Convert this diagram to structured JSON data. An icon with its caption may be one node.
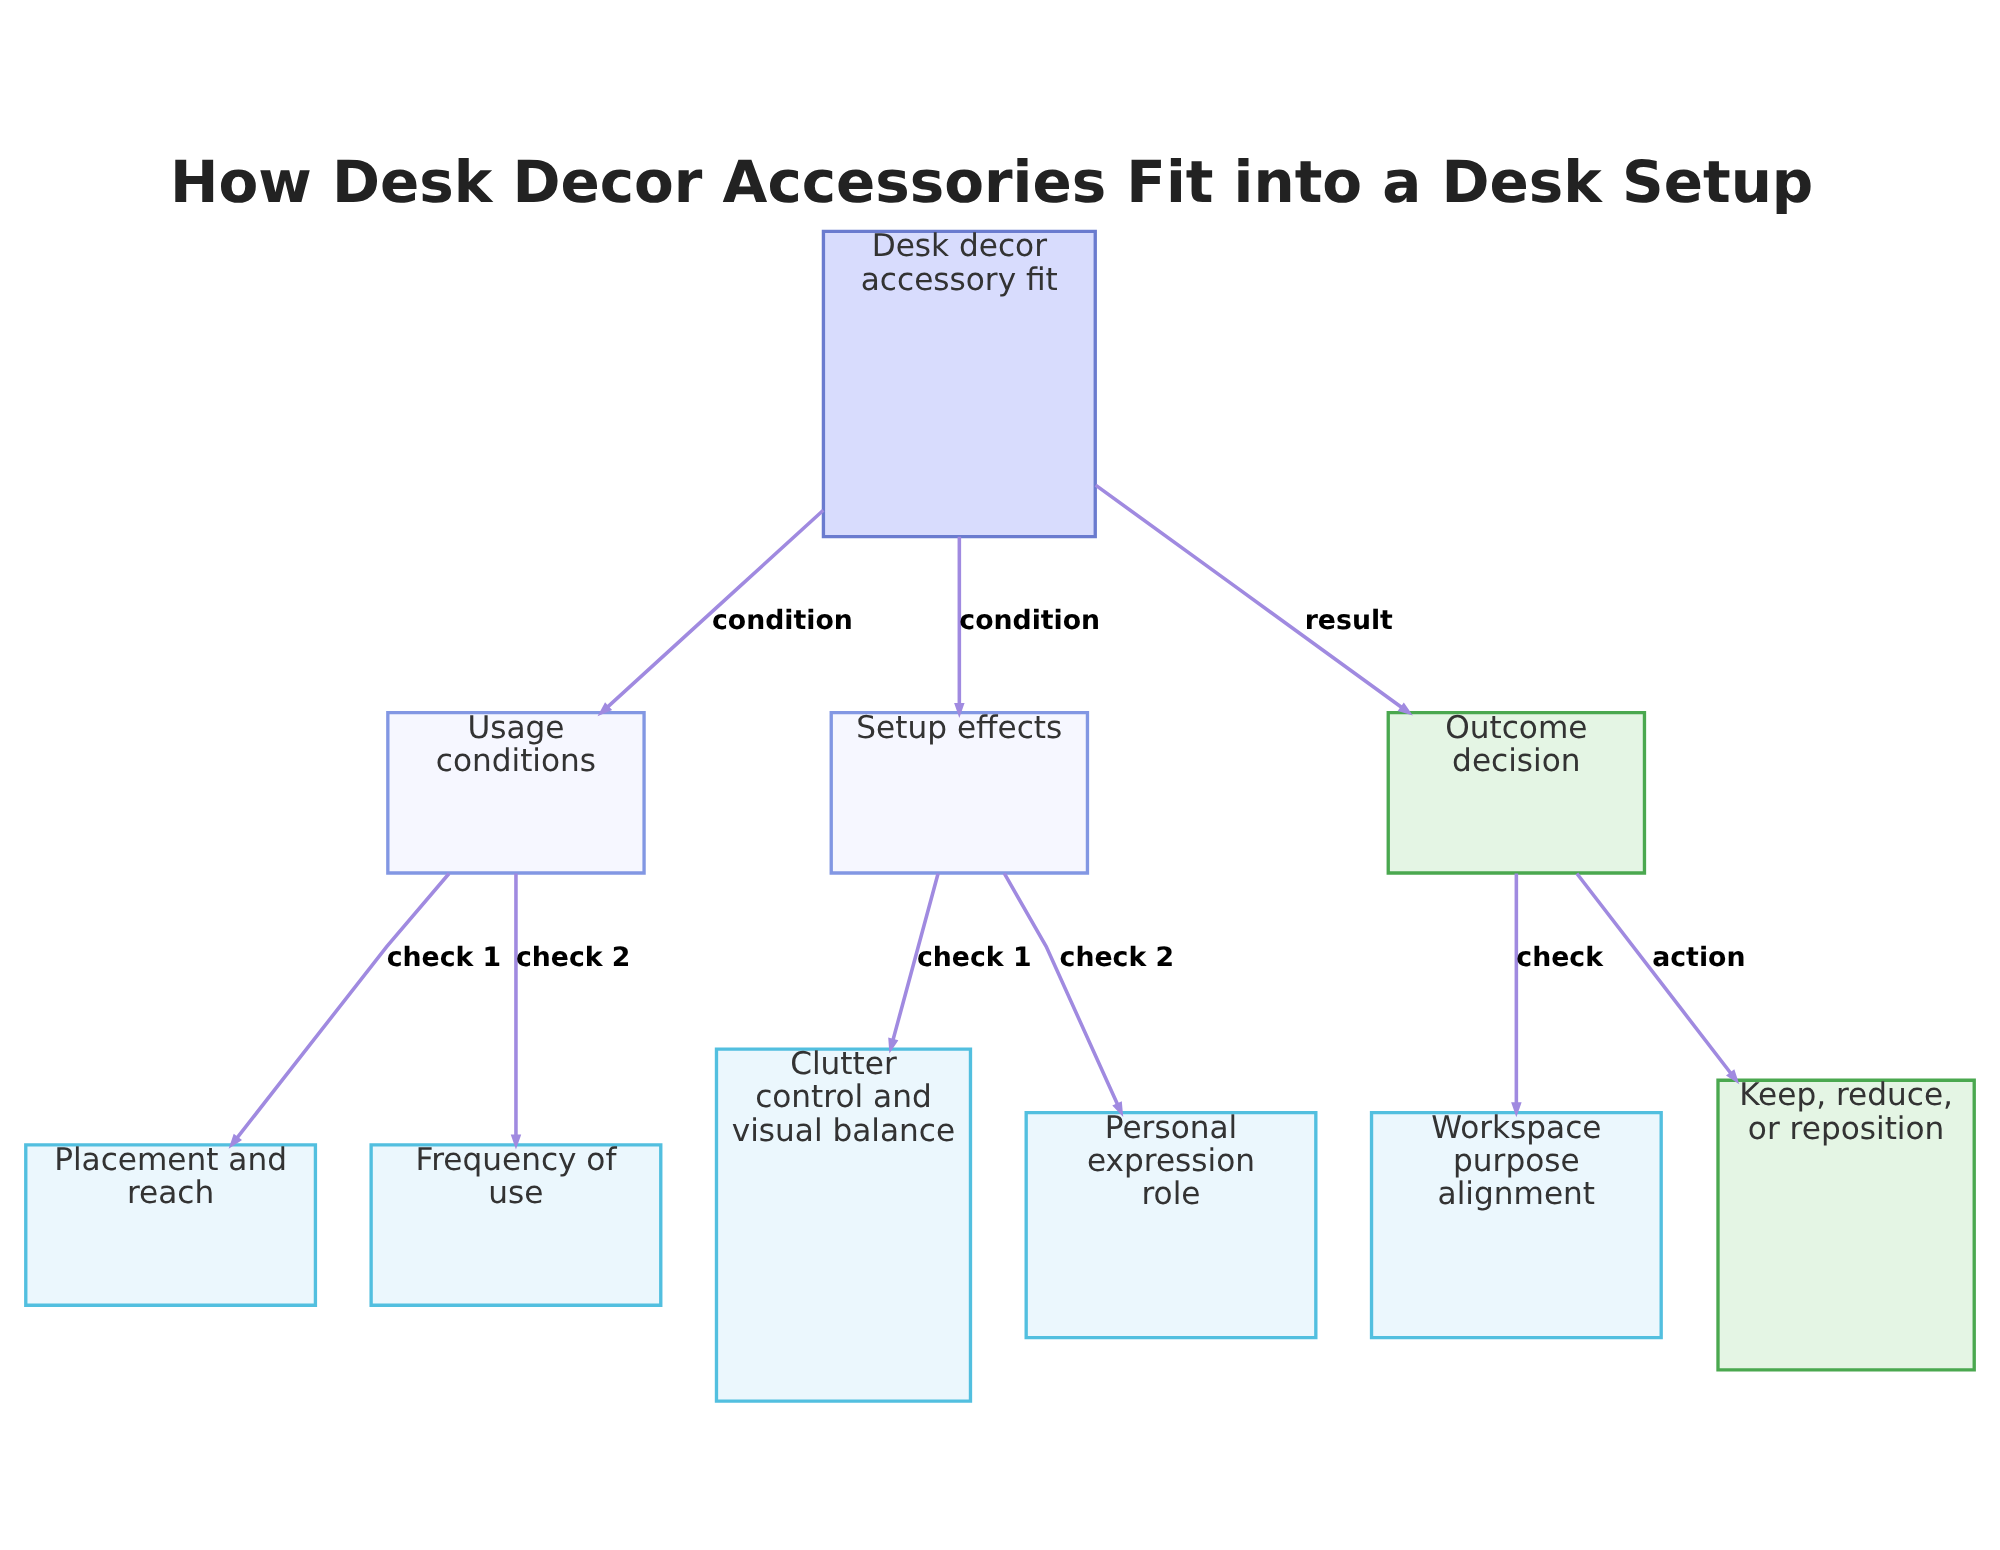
{
  "diagram": {
    "title": "How Desk Decor Accessories Fit into a Desk Setup",
    "nodes": [
      {
        "text": [
          "Desk decor accessory fit"
        ]
      },
      {
        "text": [
          "Usage conditions"
        ]
      },
      {
        "text": [
          "Setup effects"
        ]
      },
      {
        "text": [
          "Outcome decision"
        ]
      },
      {
        "text": [
          "Placement and reach"
        ]
      },
      {
        "text": [
          "Frequency of use"
        ]
      },
      {
        "text": [
          "Clutter control and visual balance"
        ]
      },
      {
        "text": [
          "Personal expression role"
        ]
      },
      {
        "text": [
          "Workspace purpose alignment"
        ]
      },
      {
        "text": [
          "Keep, reduce, or reposition"
        ]
      }
    ],
    "edges": [
      {
        "from": 0,
        "to": 1,
        "arrow": "to",
        "label": "condition"
      },
      {
        "from": 0,
        "to": 2,
        "arrow": "to",
        "label": "condition"
      },
      {
        "from": 0,
        "to": 3,
        "arrow": "to",
        "label": "result"
      },
      {
        "from": 1,
        "to": 4,
        "arrow": "to",
        "label": "check 1"
      },
      {
        "from": 1,
        "to": 5,
        "arrow": "to",
        "label": "check 2"
      },
      {
        "from": 2,
        "to": 6,
        "arrow": "to",
        "label": "check 1"
      },
      {
        "from": 2,
        "to": 7,
        "arrow": "to",
        "label": "check 2"
      },
      {
        "from": 3,
        "to": 8,
        "arrow": "to",
        "label": "check"
      },
      {
        "from": 3,
        "to": 9,
        "arrow": "to",
        "label": "action"
      }
    ]
  }
}
